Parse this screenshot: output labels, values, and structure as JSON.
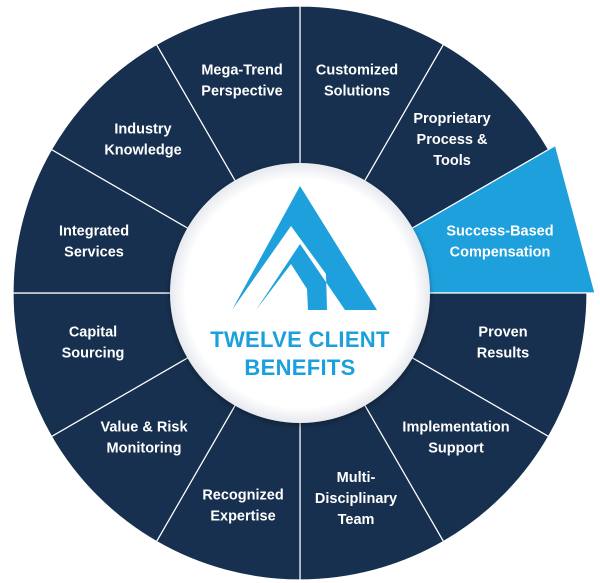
{
  "diagram": {
    "center_title_lines": [
      "TWELVE CLIENT",
      "BENEFITS"
    ],
    "colors": {
      "segment": "#17304f",
      "highlight": "#1ea0dc",
      "divider": "#ffffff",
      "logo": "#1ea0dc",
      "title": "#1ea0dc",
      "label": "#ffffff"
    },
    "segments": [
      {
        "name": "customized-solutions",
        "lines": [
          "Customized",
          "Solutions"
        ],
        "highlighted": false
      },
      {
        "name": "proprietary-process-tools",
        "lines": [
          "Proprietary",
          "Process &",
          "Tools"
        ],
        "highlighted": false
      },
      {
        "name": "success-based-compensation",
        "lines": [
          "Success-Based",
          "Compensation"
        ],
        "highlighted": true
      },
      {
        "name": "proven-results",
        "lines": [
          "Proven",
          "Results"
        ],
        "highlighted": false
      },
      {
        "name": "implementation-support",
        "lines": [
          "Implementation",
          "Support"
        ],
        "highlighted": false
      },
      {
        "name": "multi-disciplinary-team",
        "lines": [
          "Multi-",
          "Disciplinary",
          "Team"
        ],
        "highlighted": false
      },
      {
        "name": "recognized-expertise",
        "lines": [
          "Recognized",
          "Expertise"
        ],
        "highlighted": false
      },
      {
        "name": "value-risk-monitoring",
        "lines": [
          "Value & Risk",
          "Monitoring"
        ],
        "highlighted": false
      },
      {
        "name": "capital-sourcing",
        "lines": [
          "Capital",
          "Sourcing"
        ],
        "highlighted": false
      },
      {
        "name": "integrated-services",
        "lines": [
          "Integrated",
          "Services"
        ],
        "highlighted": false
      },
      {
        "name": "industry-knowledge",
        "lines": [
          "Industry",
          "Knowledge"
        ],
        "highlighted": false
      },
      {
        "name": "mega-trend-perspective",
        "lines": [
          "Mega-Trend",
          "Perspective"
        ],
        "highlighted": false
      }
    ]
  }
}
